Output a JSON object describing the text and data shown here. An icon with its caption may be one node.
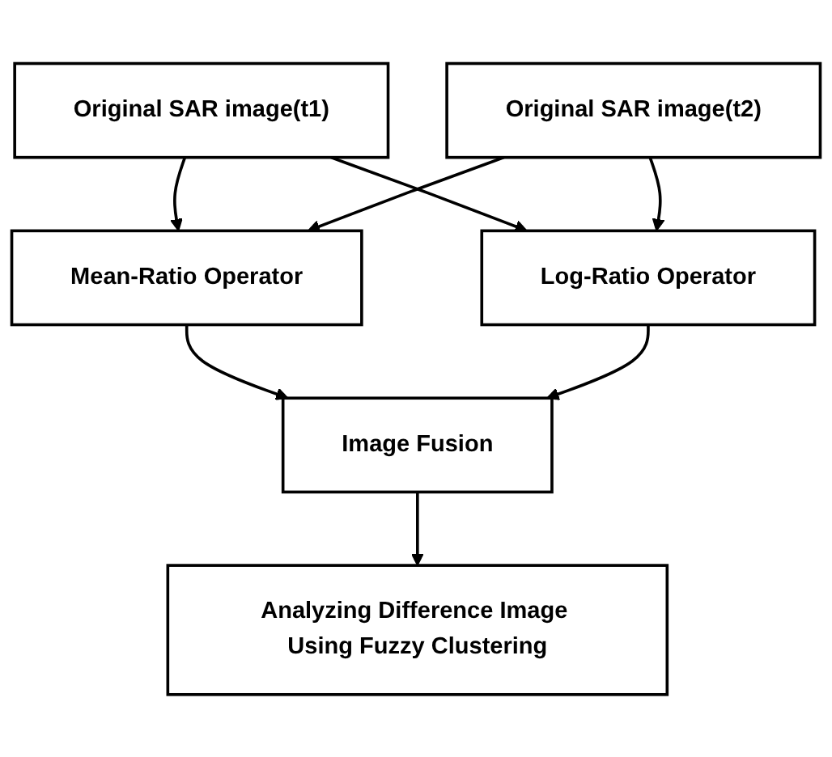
{
  "diagram": {
    "nodes": [
      {
        "text": [
          "Original SAR image(t1)"
        ]
      },
      {
        "text": [
          "Original SAR image(t2)"
        ]
      },
      {
        "text": [
          "Mean-Ratio Operator"
        ]
      },
      {
        "text": [
          "Log-Ratio Operator"
        ]
      },
      {
        "text": [
          "Image Fusion"
        ]
      },
      {
        "text": [
          "Analyzing Difference Image Using Fuzzy Clustering"
        ]
      }
    ],
    "edges": [
      {
        "from": 0,
        "to": 2,
        "arrow": "to"
      },
      {
        "from": 0,
        "to": 3,
        "arrow": "to"
      },
      {
        "from": 1,
        "to": 2,
        "arrow": "to"
      },
      {
        "from": 1,
        "to": 3,
        "arrow": "to"
      },
      {
        "from": 2,
        "to": 4,
        "arrow": "to"
      },
      {
        "from": 3,
        "to": 4,
        "arrow": "to"
      },
      {
        "from": 4,
        "to": 5,
        "arrow": "to"
      }
    ]
  }
}
